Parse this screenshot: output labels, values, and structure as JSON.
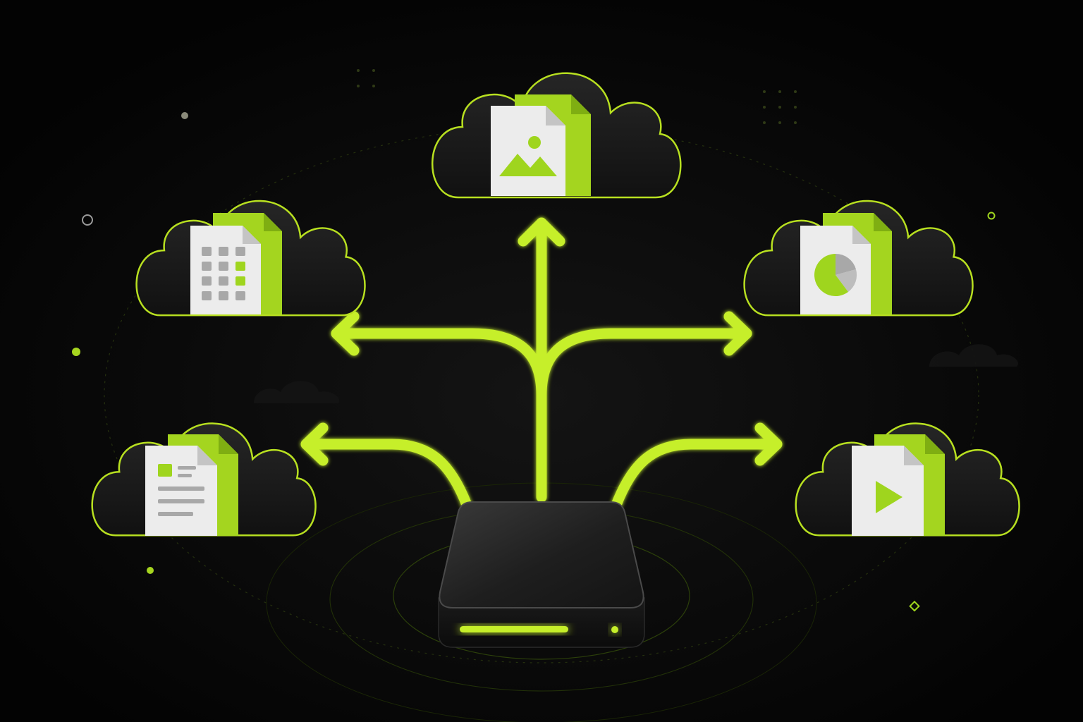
{
  "diagram": {
    "hub": {
      "icon": "storage-drive-icon"
    },
    "destinations": [
      {
        "id": "top",
        "icon": "image-file-icon"
      },
      {
        "id": "upper-left",
        "icon": "spreadsheet-file-icon"
      },
      {
        "id": "upper-right",
        "icon": "chart-file-icon"
      },
      {
        "id": "lower-left",
        "icon": "document-file-icon"
      },
      {
        "id": "lower-right",
        "icon": "video-file-icon"
      }
    ],
    "connections": [
      {
        "from": "hub",
        "to": "top"
      },
      {
        "from": "hub",
        "to": "upper-left"
      },
      {
        "from": "hub",
        "to": "upper-right"
      },
      {
        "from": "hub",
        "to": "lower-left"
      },
      {
        "from": "hub",
        "to": "lower-right"
      }
    ]
  },
  "colors": {
    "background": "#050505",
    "accent": "#c6ef2a",
    "accent_dark": "#9fd51e",
    "cloud_fill": "#1a1a1a",
    "cloud_stroke": "#b8e020",
    "paper": "#ececec",
    "paper_grey": "#a8a8a8",
    "drive_body": "#232323"
  }
}
